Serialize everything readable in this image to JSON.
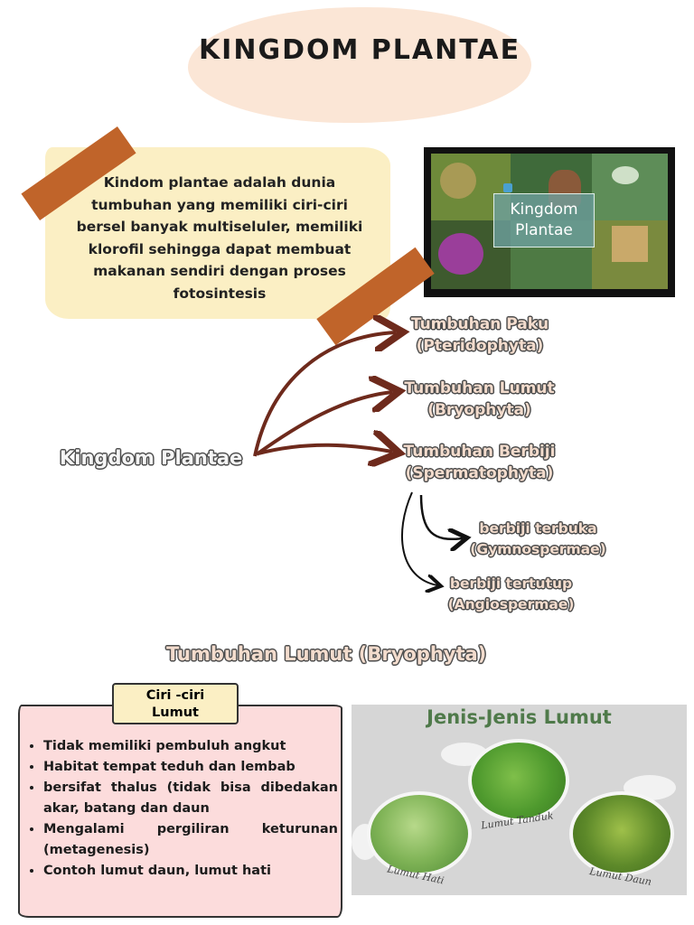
{
  "title": "KINGDOM PLANTAE",
  "definition": "Kindom plantae adalah dunia tumbuhan yang memiliki ciri-ciri bersel banyak multiseluler, memiliki klorofil sehingga dapat membuat makanan sendiri dengan proses fotosintesis",
  "photo": {
    "label_line1": "Kingdom",
    "label_line2": "Plantae"
  },
  "tree": {
    "root": "Kingdom Plantae",
    "branches": [
      {
        "name": "Tumbuhan Paku",
        "latin": "(Pteridophyta)"
      },
      {
        "name": "Tumbuhan Lumut",
        "latin": "(Bryophyta)"
      },
      {
        "name": "Tumbuhan Berbiji",
        "latin": "(Spermatophyta)"
      }
    ],
    "sub_branches": [
      {
        "name": "berbiji terbuka",
        "latin": "(Gymnospermae)"
      },
      {
        "name": "berbiji tertutup",
        "latin": "(Angiospermae)"
      }
    ]
  },
  "section_title": "Tumbuhan Lumut (Bryophyta)",
  "ciri": {
    "title_line1": "Ciri -ciri",
    "title_line2": "Lumut",
    "items": [
      "Tidak memiliki pembuluh angkut",
      "Habitat tempat teduh dan lembab",
      "bersifat thalus (tidak bisa dibedakan akar, batang dan daun",
      "Mengalami pergiliran keturunan (metagenesis)",
      "Contoh lumut daun, lumut hati"
    ]
  },
  "jenis": {
    "title": "Jenis-Jenis Lumut",
    "types": [
      "Lumut Hati",
      "Lumut Tanduk",
      "Lumut Daun"
    ]
  }
}
